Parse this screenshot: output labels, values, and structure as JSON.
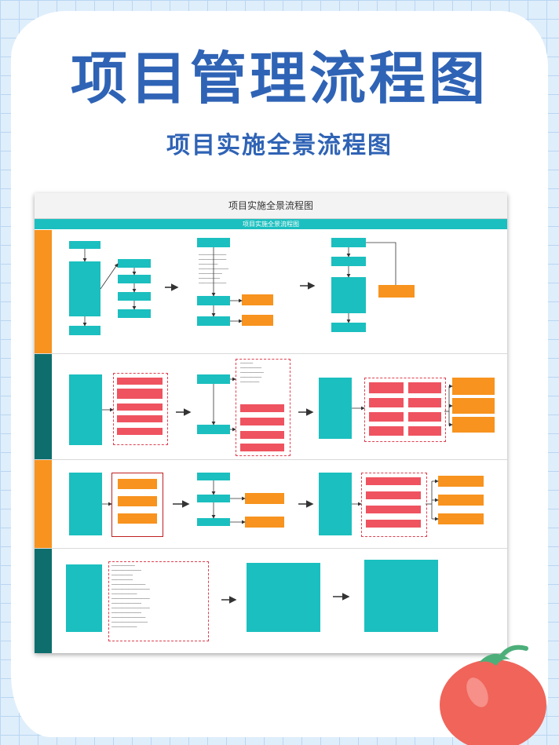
{
  "header": {
    "title": "项目管理流程图",
    "subtitle": "项目实施全景流程图"
  },
  "diagram": {
    "title": "项目实施全景流程图",
    "bar_label": "项目实施全景流程图"
  },
  "colors": {
    "teal": "#1bbfbf",
    "orange": "#f7931e",
    "red": "#ef5360",
    "dark_teal": "#0e6e6e",
    "title_blue": "#2f63b5"
  }
}
